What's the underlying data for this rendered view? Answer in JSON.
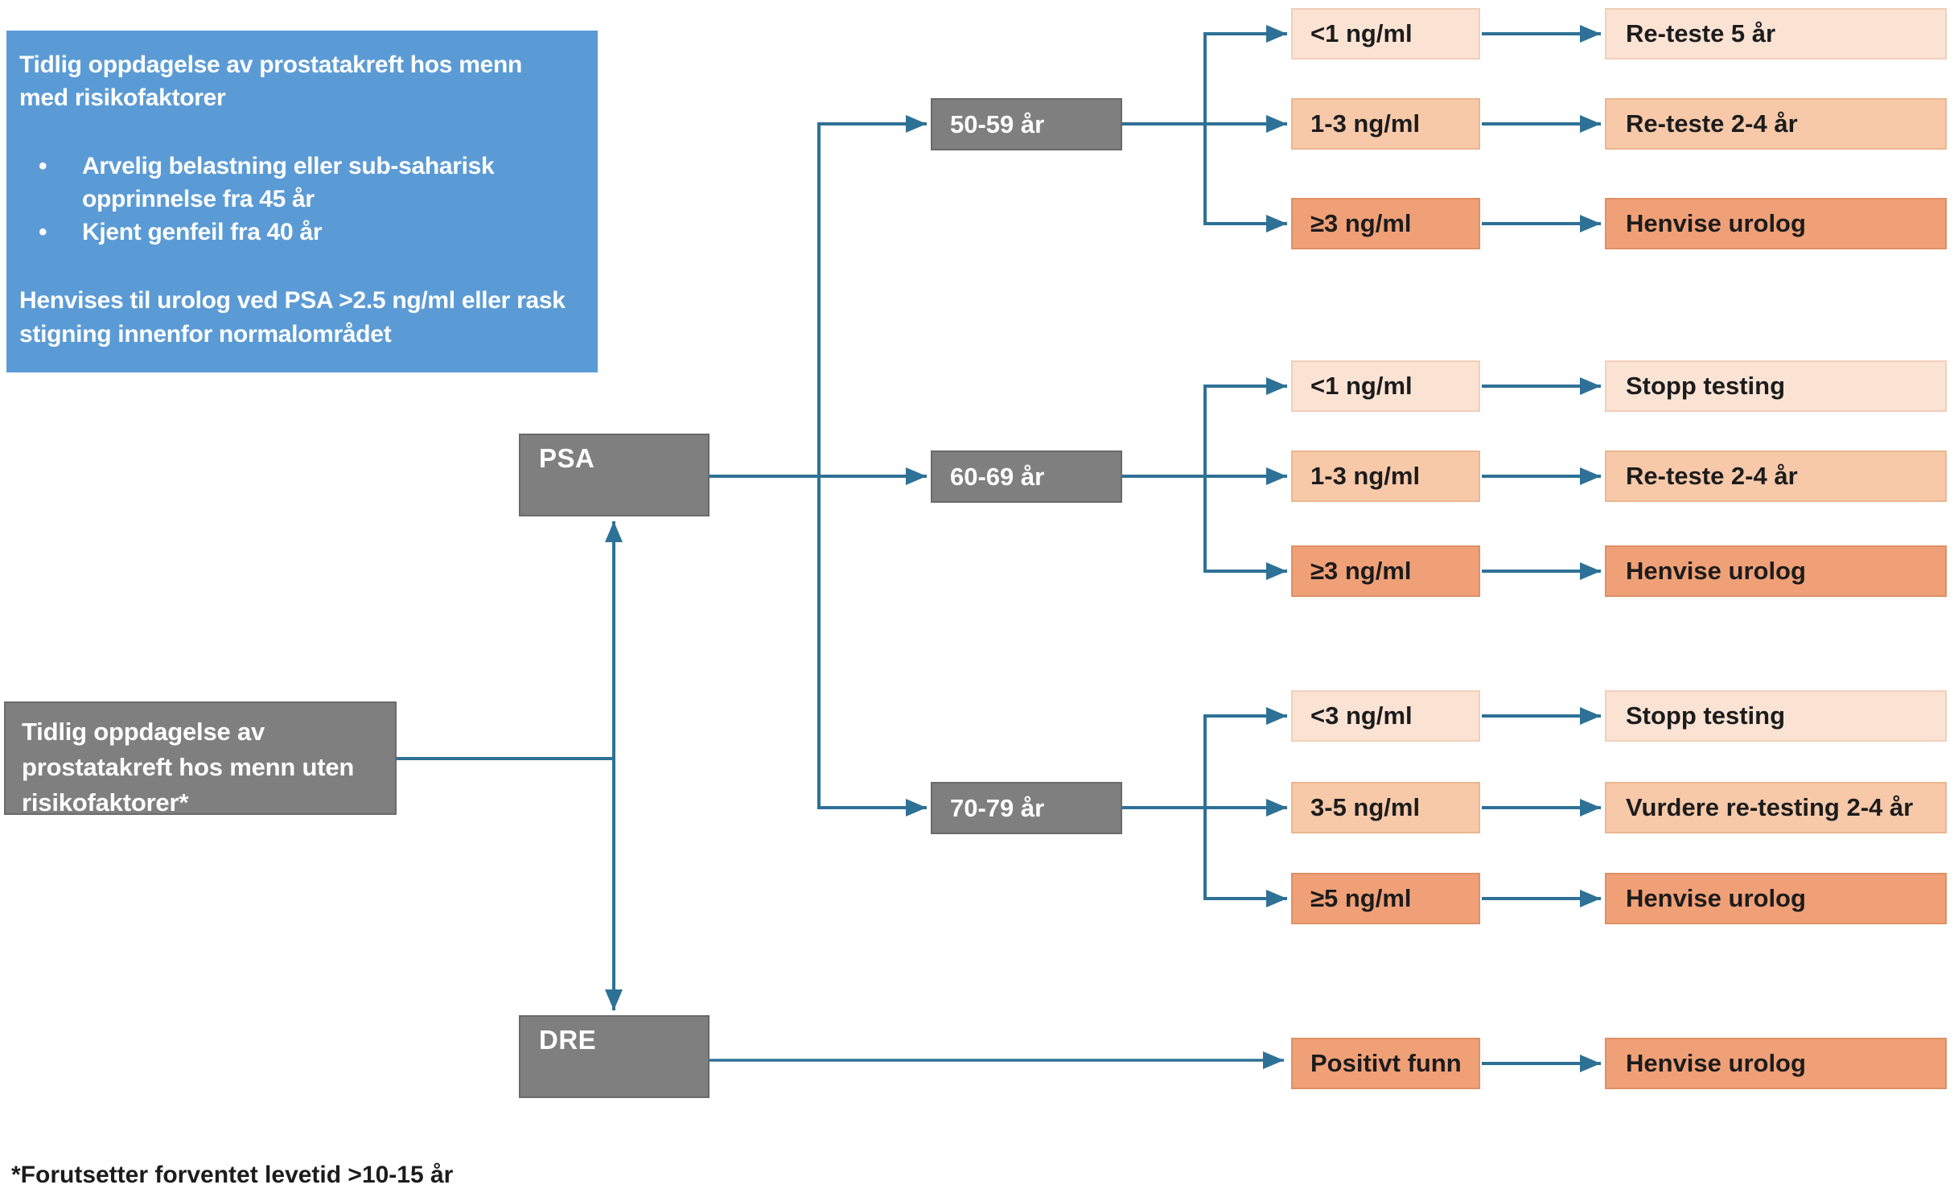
{
  "colors": {
    "blue": "#5b9bd5",
    "gray": "#7f7f7f",
    "peach_light": "#fbe3d4",
    "peach_mid": "#f7c9a9",
    "peach_dark": "#f0a077",
    "arrow": "#2e7196"
  },
  "info_box": {
    "title": "Tidlig oppdagelse av prostatakreft hos menn med risikofaktorer",
    "bullets": [
      "Arvelig belastning eller sub-saharisk opprinnelse  fra 45 år",
      "Kjent genfeil fra 40 år"
    ],
    "note": "Henvises til urolog ved PSA >2.5 ng/ml eller rask stigning innenfor normalområdet"
  },
  "start_box": {
    "label": "Tidlig oppdagelse av prostatakreft hos menn uten risikofaktorer*"
  },
  "tests": {
    "psa": "PSA",
    "dre": "DRE"
  },
  "age_groups": [
    {
      "label": "50-59 år",
      "rows": [
        {
          "value": "<1 ng/ml",
          "action": "Re-teste 5 år"
        },
        {
          "value": "1-3 ng/ml",
          "action": "Re-teste 2-4 år"
        },
        {
          "value": "≥3 ng/ml",
          "action": "Henvise urolog"
        }
      ]
    },
    {
      "label": "60-69 år",
      "rows": [
        {
          "value": "<1 ng/ml",
          "action": "Stopp testing"
        },
        {
          "value": "1-3 ng/ml",
          "action": "Re-teste 2-4 år"
        },
        {
          "value": "≥3 ng/ml",
          "action": "Henvise urolog"
        }
      ]
    },
    {
      "label": "70-79 år",
      "rows": [
        {
          "value": "<3 ng/ml",
          "action": "Stopp testing"
        },
        {
          "value": "3-5 ng/ml",
          "action": "Vurdere re-testing 2-4 år"
        },
        {
          "value": "≥5 ng/ml",
          "action": "Henvise urolog"
        }
      ]
    }
  ],
  "dre_row": {
    "value": "Positivt funn",
    "action": "Henvise urolog"
  },
  "footnote": "*Forutsetter forventet levetid >10-15 år"
}
